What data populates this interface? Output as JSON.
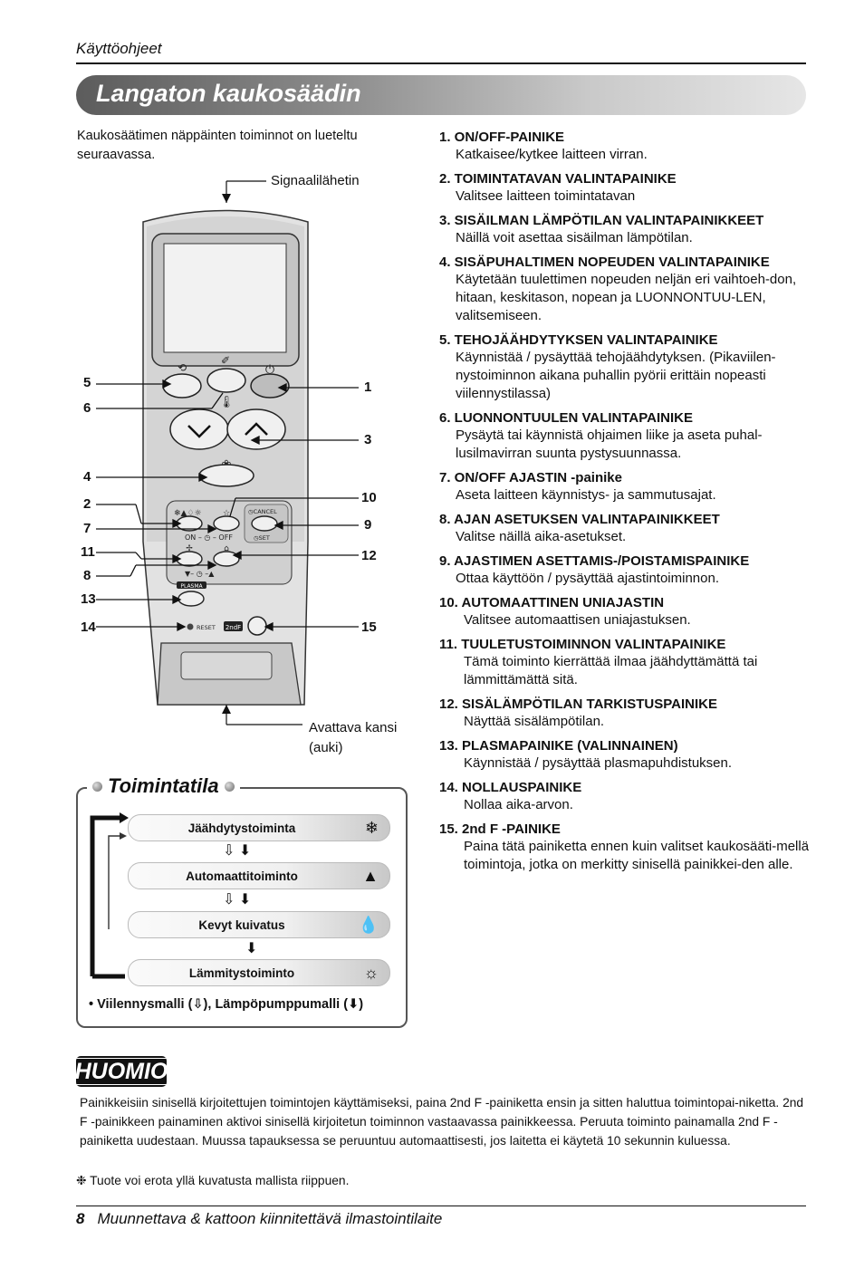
{
  "header": {
    "title": "Käyttöohjeet"
  },
  "banner": {
    "title": "Langaton kaukosäädin"
  },
  "intro": "Kaukosäätimen näppäinten toiminnot on lueteltu seuraavassa.",
  "remote": {
    "signal_label": "Signaalilähetin",
    "cover_label_1": "Avattava kansi",
    "cover_label_2": "(auki)",
    "callouts_left": [
      "5",
      "6",
      "4",
      "2",
      "7",
      "11",
      "8",
      "13",
      "14"
    ],
    "callouts_right": [
      "1",
      "3",
      "10",
      "9",
      "12",
      "15"
    ],
    "button_texts": {
      "cancel": "CANCEL",
      "set": "SET",
      "on": "ON –",
      "off": "– OFF",
      "plasma": "PLASMA",
      "reset": "RESET",
      "second_f": "2ndF"
    }
  },
  "list": [
    {
      "title": "1. ON/OFF-PAINIKE",
      "desc": "Katkaisee/kytkee laitteen virran."
    },
    {
      "title": "2. TOIMINTATAVAN VALINTAPAINIKE",
      "desc": "Valitsee laitteen toimintatavan"
    },
    {
      "title": "3. SISÄILMAN LÄMPÖTILAN VALINTAPAINIKKEET",
      "desc": "Näillä voit asettaa sisäilman lämpötilan."
    },
    {
      "title": "4. SISÄPUHALTIMEN NOPEUDEN VALINTAPAINIKE",
      "desc": "Käytetään tuulettimen nopeuden neljän eri vaihtoeh-don, hitaan, keskitason, nopean ja LUONNONTUU-LEN, valitsemiseen."
    },
    {
      "title": "5. TEHOJÄÄHDYTYKSEN VALINTAPAINIKE",
      "desc": "Käynnistää / pysäyttää tehojäähdytyksen. (Pikaviilen-nystoiminnon aikana puhallin pyörii erittäin nopeasti viilennystilassa)"
    },
    {
      "title": "6. LUONNONTUULEN VALINTAPAINIKE",
      "desc": "Pysäytä tai käynnistä ohjaimen liike ja aseta puhal-lusilmavirran suunta pystysuunnassa."
    },
    {
      "title": "7. ON/OFF AJASTIN -painike",
      "desc": "Aseta laitteen käynnistys- ja sammutusajat."
    },
    {
      "title": "8. AJAN ASETUKSEN VALINTAPAINIKKEET",
      "desc": "Valitse näillä aika-asetukset."
    },
    {
      "title": "9. AJASTIMEN ASETTAMIS-/POISTAMISPAINIKE",
      "desc": "Ottaa käyttöön / pysäyttää ajastintoiminnon."
    },
    {
      "title": "10. AUTOMAATTINEN UNIAJASTIN",
      "desc": "Valitsee automaattisen uniajastuksen."
    },
    {
      "title": "11. TUULETUSTOIMINNON VALINTAPAINIKE",
      "desc": "Tämä toiminto kierrättää ilmaa jäähdyttämättä tai lämmittämättä sitä."
    },
    {
      "title": "12. SISÄLÄMPÖTILAN TARKISTUSPAINIKE",
      "desc": "Näyttää sisälämpötilan."
    },
    {
      "title": "13. PLASMAPAINIKE (VALINNAINEN)",
      "desc": "Käynnistää / pysäyttää plasmapuhdistuksen."
    },
    {
      "title": "14. NOLLAUSPAINIKE",
      "desc": "Nollaa aika-arvon."
    },
    {
      "title": "15. 2nd F -PAINIKE",
      "desc": "Paina tätä painiketta ennen kuin valitset kaukosääti-mellä toimintoja, jotka on merkitty sinisellä painikkei-den alle."
    }
  ],
  "modes": {
    "heading": "Toimintatila",
    "items": [
      {
        "label": "Jäähdytystoiminta",
        "icon": "snowflake-icon",
        "glyph": "❄"
      },
      {
        "label": "Automaattitoiminto",
        "icon": "auto-mode-icon",
        "glyph": "▲"
      },
      {
        "label": "Kevyt kuivatus",
        "icon": "droplet-icon",
        "glyph": "💧"
      },
      {
        "label": "Lämmitystoiminto",
        "icon": "sun-icon",
        "glyph": "☼"
      }
    ],
    "note": "• Viilennysmalli (⇩), Lämpöpumppumalli (⬇)"
  },
  "note": {
    "badge": "HUOMIO",
    "body": "Painikkeisiin sinisellä kirjoitettujen toimintojen käyttämiseksi, paina 2nd F -painiketta ensin ja sitten haluttua toimintopai-niketta. 2nd F -painikkeen painaminen aktivoi sinisellä kirjoitetun toiminnon vastaavassa painikkeessa. Peruuta toiminto painamalla 2nd F -painiketta uudestaan. Muussa tapauksessa se peruuntuu automaattisesti, jos laitetta ei käytetä 10 sekunnin kuluessa.",
    "footnote": "❉ Tuote voi erota yllä kuvatusta mallista riippuen."
  },
  "footer": {
    "page": "8",
    "text": "Muunnettava & kattoon kiinnitettävä ilmastointilaite"
  }
}
